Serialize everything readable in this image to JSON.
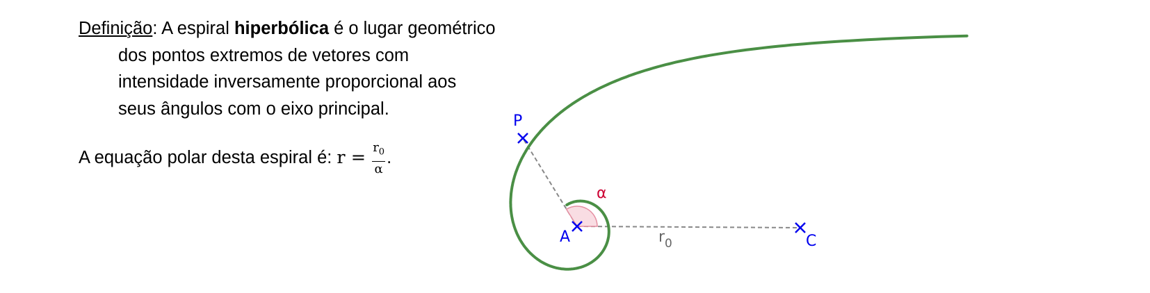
{
  "definition": {
    "term": "Definição",
    "text_before_bold": ": A espiral ",
    "bold_word": "hiperbólica",
    "text_after_bold": " é o lugar geométrico dos pontos extremos de vetores com intensidade inversamente proporcional aos seus ângulos com o eixo principal."
  },
  "equation": {
    "intro": "A equação polar desta espiral é: ",
    "lhs": "r =",
    "numerator": "r",
    "numerator_sub": "0",
    "denominator": "α",
    "end": "."
  },
  "diagram": {
    "point_labels": {
      "P": "P",
      "A": "A",
      "C": "C"
    },
    "angle_label": "α",
    "segment_label": "r",
    "segment_label_sub": "0",
    "colors": {
      "spiral": "#4a8f45",
      "points": "#0000ee",
      "angle": "#cc0033",
      "angle_fill": "#f9dde3",
      "dashed": "#888888"
    }
  }
}
